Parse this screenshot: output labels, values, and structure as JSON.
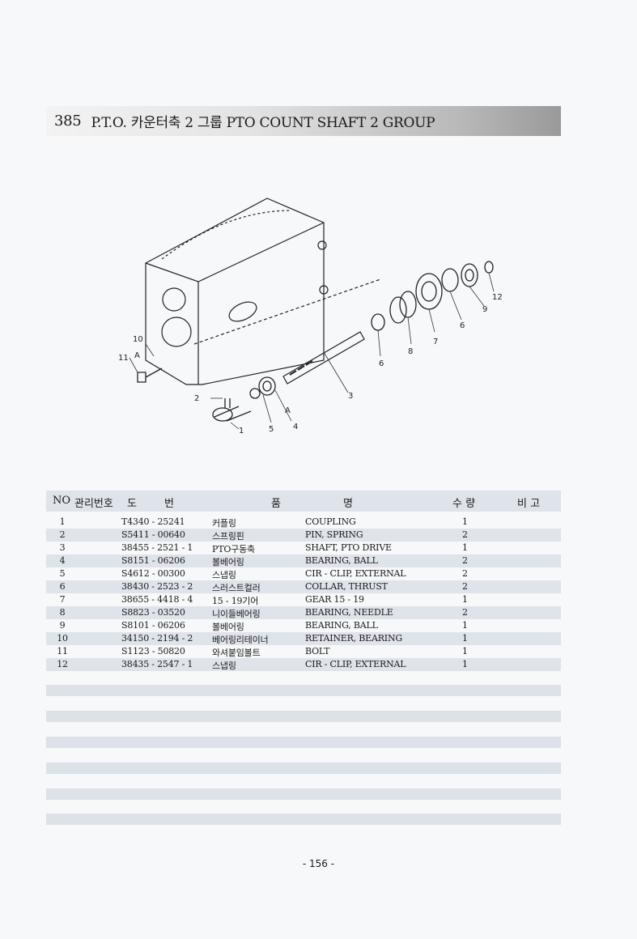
{
  "header": {
    "number": "385",
    "title": "P.T.O. 카운터축 2 그룹 PTO COUNT SHAFT 2 GROUP"
  },
  "diagram": {
    "callouts": [
      "1",
      "2",
      "3",
      "4",
      "5",
      "6",
      "6",
      "7",
      "8",
      "9",
      "10",
      "11",
      "12"
    ],
    "section_marks": [
      "A",
      "A"
    ]
  },
  "table": {
    "headers": {
      "no": "NO",
      "mgmt": "관리번호",
      "drawing1": "도",
      "drawing2": "번",
      "name1": "품",
      "name2": "명",
      "qty": "수 량",
      "remark": "비 고"
    },
    "rows": [
      {
        "no": "1",
        "part": "T4340 - 25241",
        "kor": "커플링",
        "eng": "COUPLING",
        "qty": "1"
      },
      {
        "no": "2",
        "part": "S5411 - 00640",
        "kor": "스프링핀",
        "eng": "PIN, SPRING",
        "qty": "2"
      },
      {
        "no": "3",
        "part": "38455 - 2521 - 1",
        "kor": "PTO구동축",
        "eng": "SHAFT, PTO DRIVE",
        "qty": "1"
      },
      {
        "no": "4",
        "part": "S8151 - 06206",
        "kor": "볼베어링",
        "eng": "BEARING, BALL",
        "qty": "2"
      },
      {
        "no": "5",
        "part": "S4612 - 00300",
        "kor": "스냅링",
        "eng": "CIR - CLIP, EXTERNAL",
        "qty": "2"
      },
      {
        "no": "6",
        "part": "38430 - 2523 - 2",
        "kor": "스러스트컬러",
        "eng": "COLLAR, THRUST",
        "qty": "2"
      },
      {
        "no": "7",
        "part": "38655 - 4418 - 4",
        "kor": "15 - 19기어",
        "eng": "GEAR 15 - 19",
        "qty": "1"
      },
      {
        "no": "8",
        "part": "S8823 - 03520",
        "kor": "니이들베어링",
        "eng": "BEARING, NEEDLE",
        "qty": "2"
      },
      {
        "no": "9",
        "part": "S8101 - 06206",
        "kor": "볼베어링",
        "eng": "BEARING, BALL",
        "qty": "1"
      },
      {
        "no": "10",
        "part": "34150 - 2194 - 2",
        "kor": "베어링리테이너",
        "eng": "RETAINER, BEARING",
        "qty": "1"
      },
      {
        "no": "11",
        "part": "S1123 - 50820",
        "kor": "와셔붙임볼트",
        "eng": "BOLT",
        "qty": "1"
      },
      {
        "no": "12",
        "part": "38435 - 2547 - 1",
        "kor": "스냅링",
        "eng": "CIR - CLIP, EXTERNAL",
        "qty": "1"
      }
    ]
  },
  "footer": {
    "page": "- 156 -"
  }
}
